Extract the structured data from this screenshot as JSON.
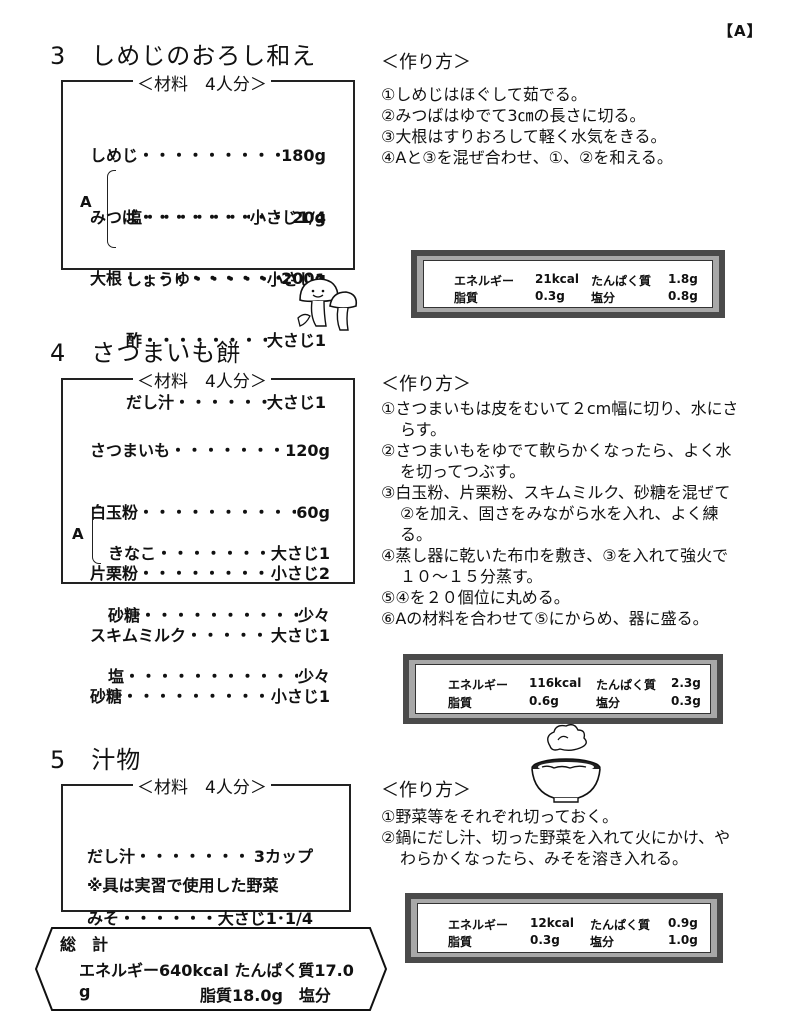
{
  "page_tag": "【A】",
  "recipes": [
    {
      "title": "3　しめじのおろし和え",
      "materials_header": "＜材料　4人分＞",
      "ingredients": [
        {
          "name": "しめじ",
          "amount": "180g"
        },
        {
          "name": "みつば",
          "amount": "20g"
        },
        {
          "name": "大根",
          "amount": "200g"
        }
      ],
      "group_label": "A",
      "group": [
        {
          "name": "塩",
          "amount": "小さじ1/4"
        },
        {
          "name": "しょうゆ",
          "amount": "小さじ1"
        },
        {
          "name": "酢",
          "amount": "大さじ1"
        },
        {
          "name": "だし汁",
          "amount": "大さじ1"
        }
      ],
      "method_header": "＜作り方＞",
      "steps": [
        "①しめじはほぐして茹でる。",
        "②みつばはゆでて3㎝の長さに切る。",
        "③大根はすりおろして軽く水気をきる。",
        "④Aと③を混ぜ合わせ、①、②を和える。"
      ],
      "nutrition": {
        "energy_label": "エネルギー",
        "energy": "21kcal",
        "protein_label": "たんぱく質",
        "protein": "1.8g",
        "fat_label": "脂質",
        "fat": "0.3g",
        "salt_label": "塩分",
        "salt": "0.8g"
      }
    },
    {
      "title": "4　さつまいも餅",
      "materials_header": "＜材料　4人分＞",
      "ingredients": [
        {
          "name": "さつまいも",
          "amount": "120g"
        },
        {
          "name": "白玉粉",
          "amount": "60g"
        },
        {
          "name": "片栗粉",
          "amount": "小さじ2"
        },
        {
          "name": "スキムミルク",
          "amount": "大さじ1"
        },
        {
          "name": "砂糖",
          "amount": "小さじ1"
        }
      ],
      "group_label": "A",
      "group": [
        {
          "name": "きなこ",
          "amount": "大さじ1"
        },
        {
          "name": "砂糖",
          "amount": "少々"
        },
        {
          "name": "塩",
          "amount": "少々"
        }
      ],
      "method_header": "＜作り方＞",
      "steps": [
        "①さつまいもは皮をむいて２cm幅に切り、水にさらす。",
        "②さつまいもをゆでて軟らかくなったら、よく水を切ってつぶす。",
        "③白玉粉、片栗粉、スキムミルク、砂糖を混ぜて②を加え、固さをみながら水を入れ、よく練る。",
        "④蒸し器に乾いた布巾を敷き、③を入れて強火で１０～１５分蒸す。",
        "⑤④を２０個位に丸める。",
        "⑥Aの材料を合わせて⑤にからめ、器に盛る。"
      ],
      "nutrition": {
        "energy_label": "エネルギー",
        "energy": "116kcal",
        "protein_label": "たんぱく質",
        "protein": "2.3g",
        "fat_label": "脂質",
        "fat": "0.6g",
        "salt_label": "塩分",
        "salt": "0.3g"
      }
    },
    {
      "title": "5　汁物",
      "materials_header": "＜材料　4人分＞",
      "ingredients": [
        {
          "name": "だし汁",
          "amount": "3カップ"
        },
        {
          "name": "みそ",
          "amount": "大さじ1･1/4"
        }
      ],
      "note": "※具は実習で使用した野菜",
      "method_header": "＜作り方＞",
      "steps": [
        "①野菜等をそれぞれ切っておく。",
        "②鍋にだし汁、切った野菜を入れて火にかけ、やわらかくなったら、みそを溶き入れる。"
      ],
      "nutrition": {
        "energy_label": "エネルギー",
        "energy": "12kcal",
        "protein_label": "たんぱく質",
        "protein": "0.9g",
        "fat_label": "脂質",
        "fat": "0.3g",
        "salt_label": "塩分",
        "salt": "1.0g"
      }
    }
  ],
  "total": {
    "label": "総　計",
    "line1": "エネルギー640kcal たんぱく質17.0",
    "line2a": "g",
    "line2b": "脂質18.0g　塩分"
  }
}
